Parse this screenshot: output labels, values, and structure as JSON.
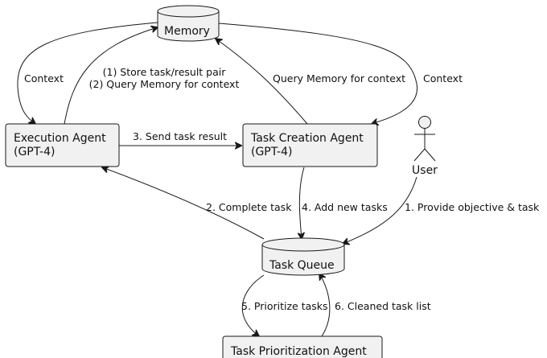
{
  "nodes": {
    "memory": {
      "label": "Memory"
    },
    "execution_agent": {
      "line1": "Execution Agent",
      "line2": "(GPT-4)"
    },
    "task_creation_agent": {
      "line1": "Task Creation Agent",
      "line2": "(GPT-4)"
    },
    "user": {
      "label": "User"
    },
    "task_queue": {
      "label": "Task Queue"
    },
    "task_prioritization_agent": {
      "label": "Task Prioritization Agent"
    }
  },
  "edges": {
    "memory_to_execution": "Context",
    "execution_to_memory_line1": "(1) Store task/result pair",
    "execution_to_memory_line2": "(2) Query Memory for context",
    "creation_to_memory": "Query Memory for context",
    "memory_to_creation": "Context",
    "execution_to_creation": "3. Send task result",
    "queue_to_execution": "2. Complete task",
    "creation_to_queue": "4. Add new tasks",
    "user_to_queue": "1. Provide objective & task",
    "queue_to_prioritization": "5. Prioritize tasks",
    "prioritization_to_queue": "6. Cleaned task list"
  },
  "colors": {
    "node_fill": "#f1f1f1",
    "stroke": "#181818",
    "text": "#111111"
  }
}
